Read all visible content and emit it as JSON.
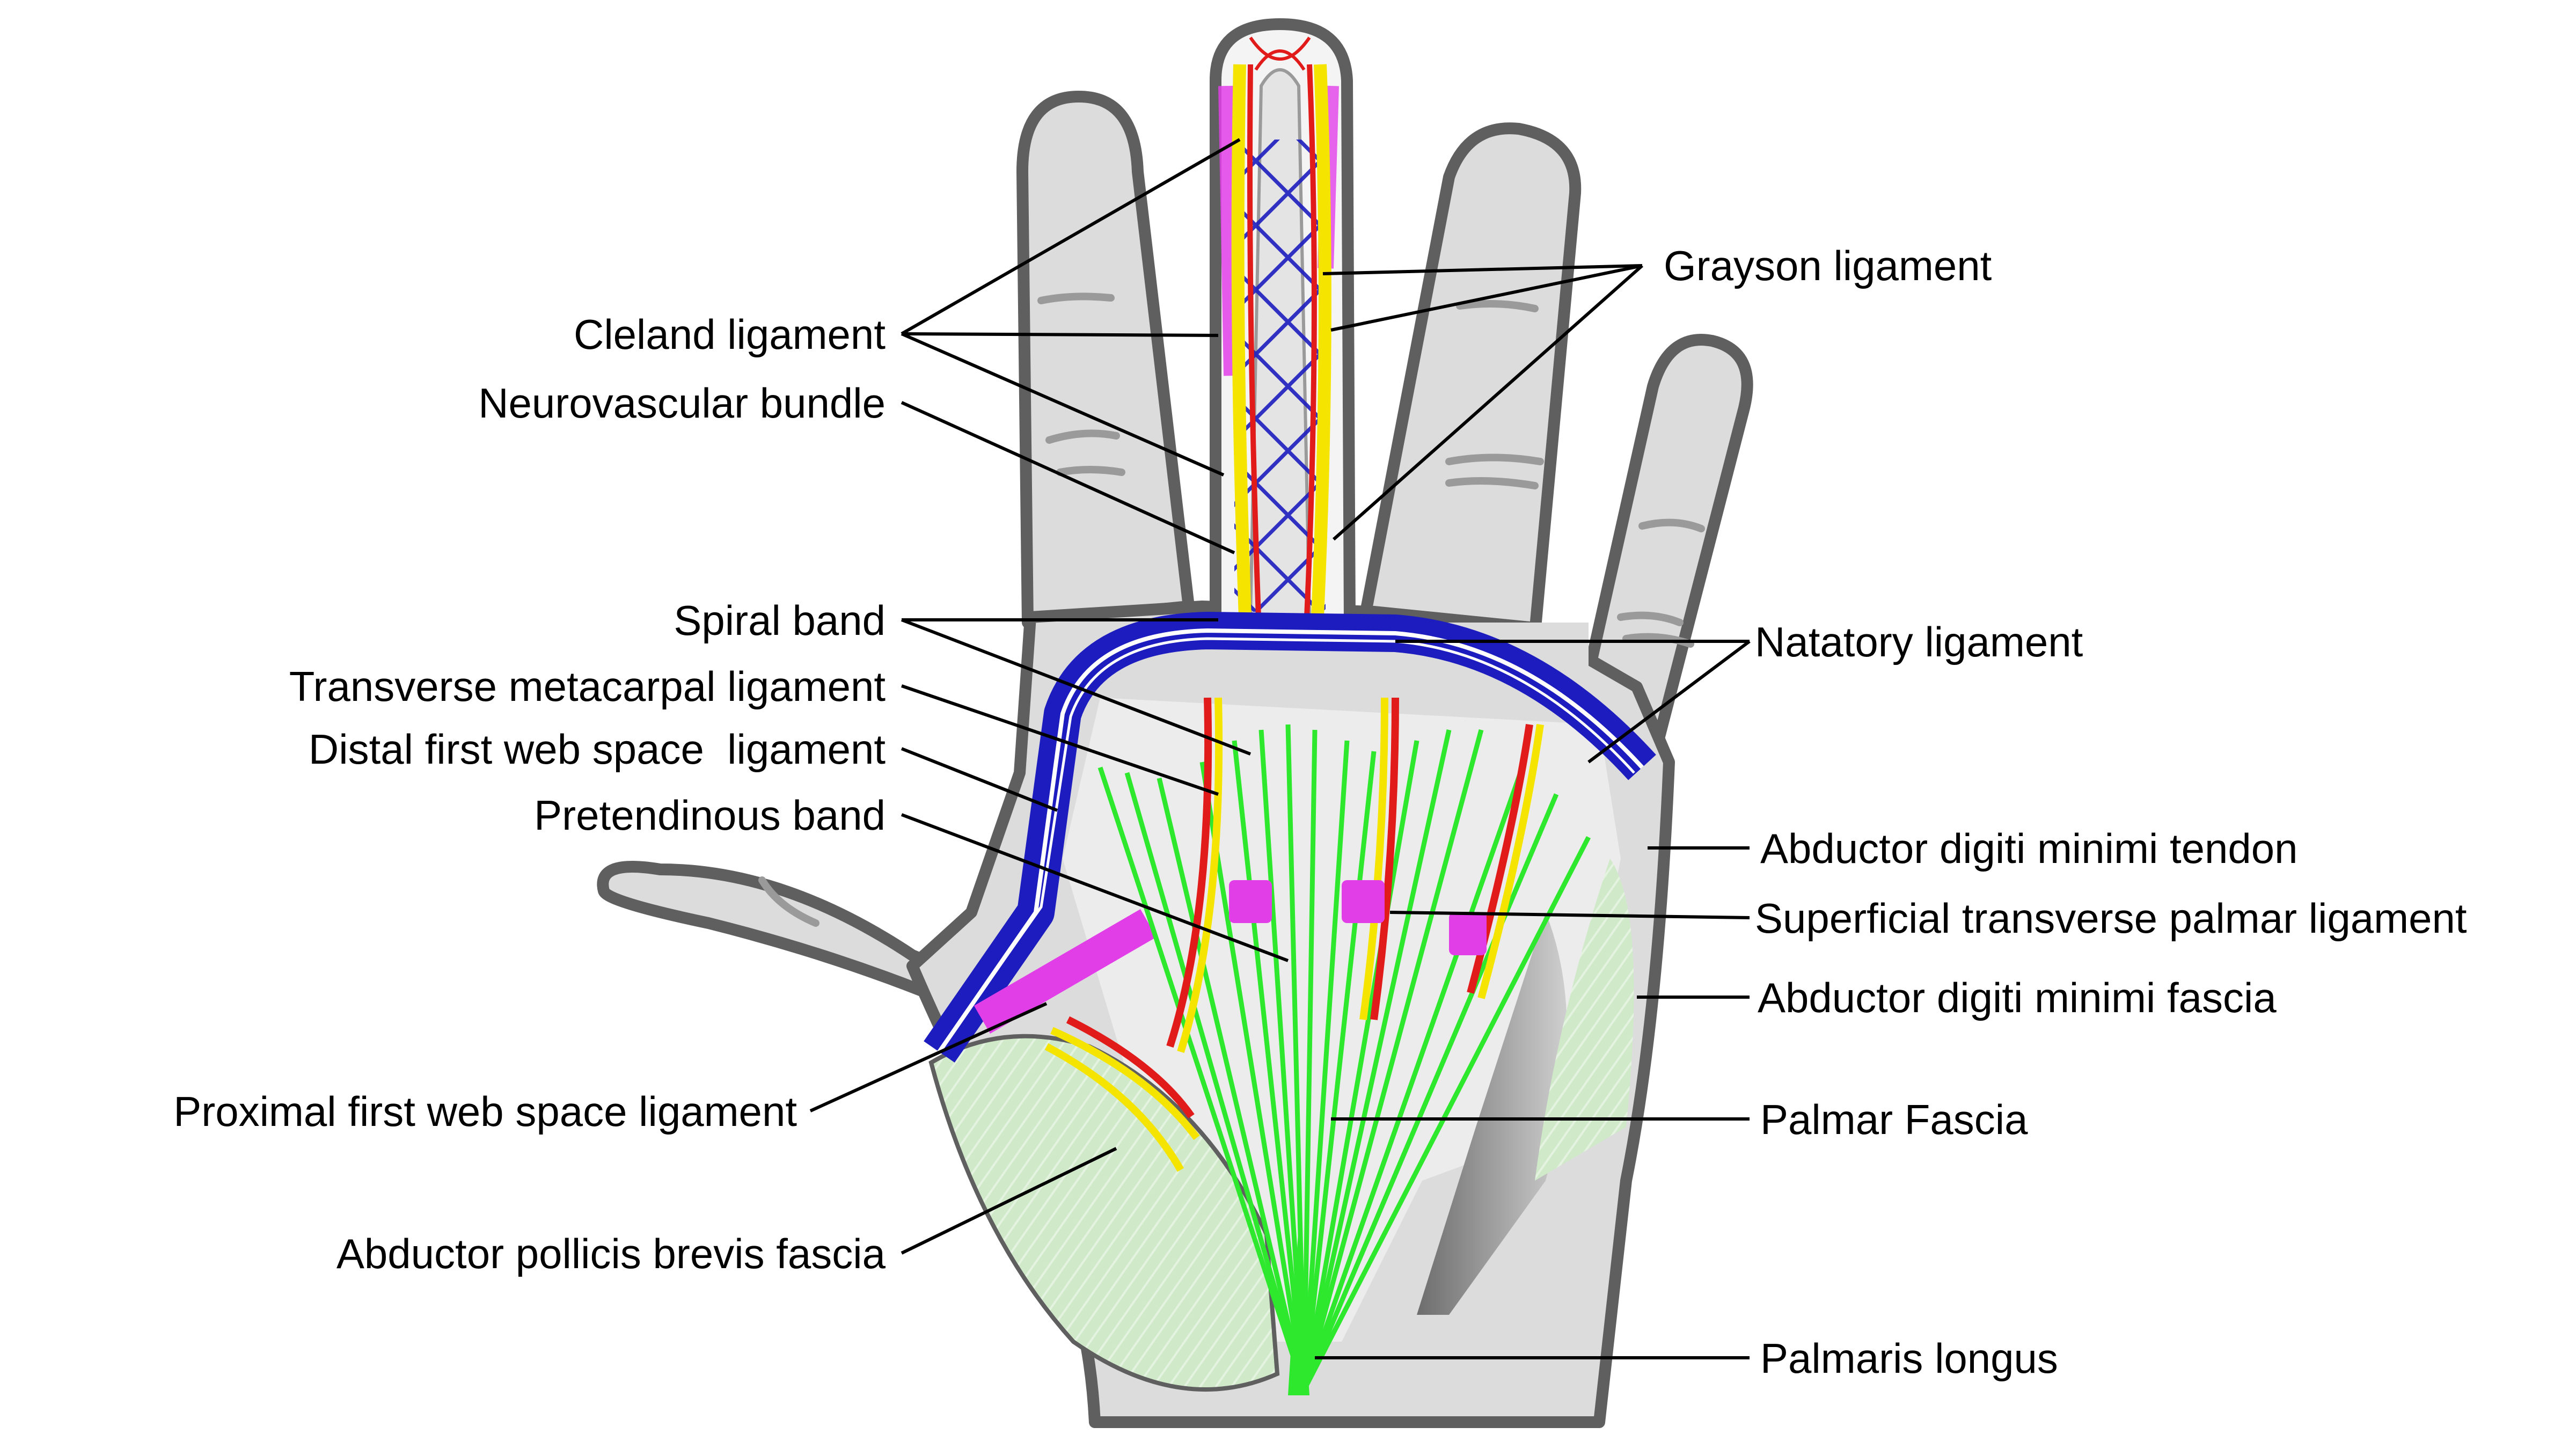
{
  "labels": {
    "left": {
      "cleland": "Cleland ligament",
      "neurovascular": "Neurovascular bundle",
      "spiral": "Spiral band",
      "transverse_metacarpal": "Transverse metacarpal ligament",
      "distal_web": "Distal first web space  ligament",
      "pretendinous": "Pretendinous band",
      "proximal_web": "Proximal first web space ligament",
      "apb_fascia": "Abductor pollicis brevis fascia"
    },
    "right": {
      "grayson": "Grayson ligament",
      "natatory": "Natatory ligament",
      "adm_tendon": "Abductor digiti minimi tendon",
      "stpl": "Superficial transverse palmar ligament",
      "adm_fascia": "Abductor digiti minimi fascia",
      "palmar_fascia": "Palmar Fascia",
      "palmaris_longus": "Palmaris longus"
    }
  },
  "colors": {
    "skin": "#dcdcdc",
    "outline": "#5f5f5f",
    "fascia_green": "#2ee82e",
    "thenar_green": "#c9e6c4",
    "ligament_blue": "#1c1cbf",
    "nerve_yellow": "#f5e400",
    "artery_red": "#e11a1a",
    "cleland_magenta": "#e23ee8"
  }
}
